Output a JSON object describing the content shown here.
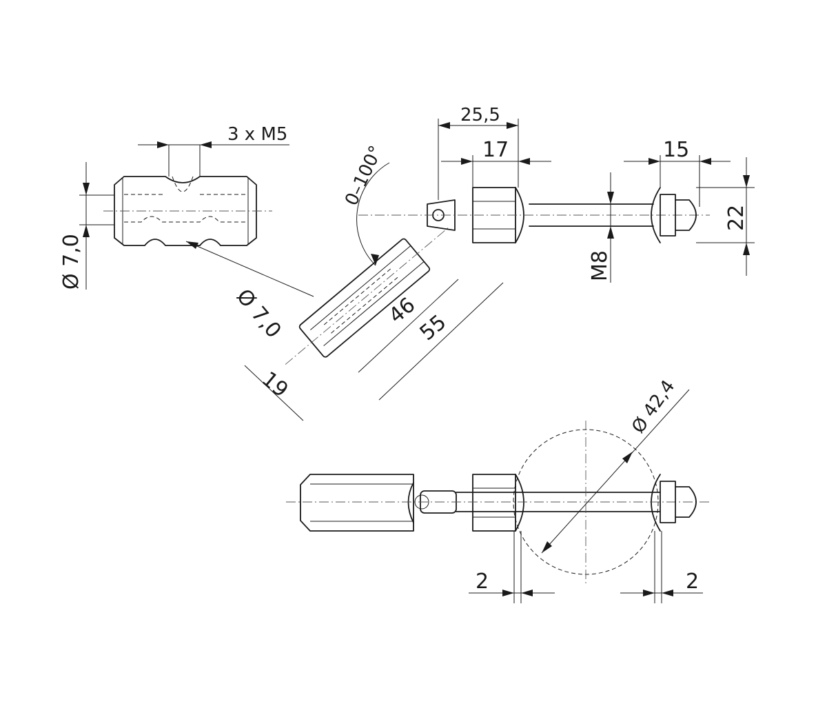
{
  "drawing": {
    "dimensions": {
      "thread_3xM5": "3 x M5",
      "dia_float_side": "Ø 7,0",
      "dia_float_angled": "Ø 7,0",
      "angle_range": "0–100°",
      "len_25_5": "25,5",
      "len_17": "17",
      "len_15": "15",
      "height_22": "22",
      "thread_M8": "M8",
      "len_46": "46",
      "len_55": "55",
      "len_19": "19",
      "dia_42_4": "Ø 42,4",
      "gap_left_2": "2",
      "gap_right_2": "2"
    }
  }
}
